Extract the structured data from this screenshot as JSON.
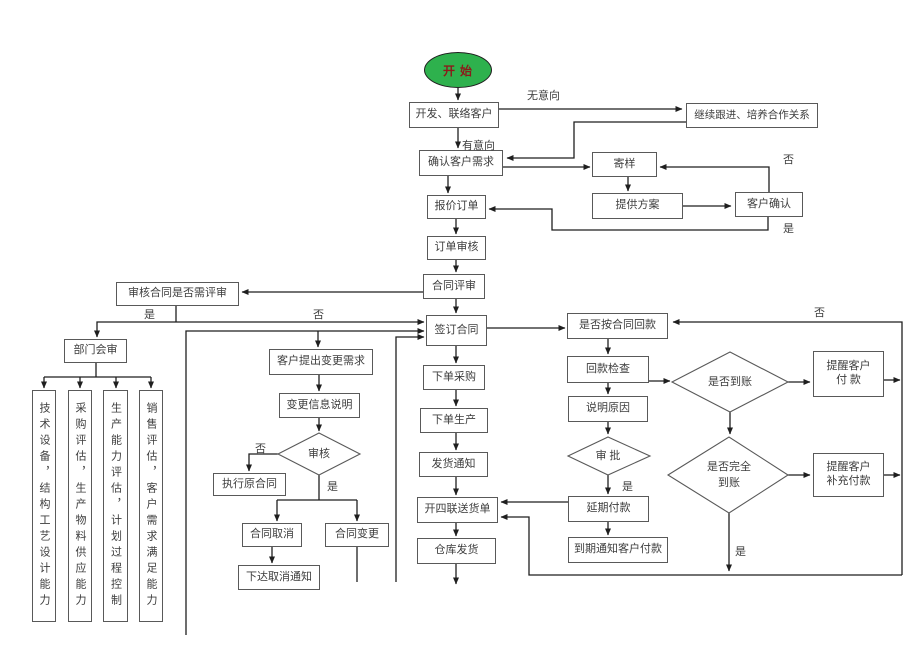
{
  "nodes": {
    "start": "开 始",
    "develop": "开发、联络客户",
    "follow_up": "继续跟进、培养合作关系",
    "confirm_need": "确认客户需求",
    "send_sample": "寄样",
    "provide_plan": "提供方案",
    "customer_confirm": "客户确认",
    "quote_order": "报价订单",
    "order_review": "订单审核",
    "contract_review": "合同评审",
    "need_review": "审核合同是否需评审",
    "sign_contract": "签订合同",
    "dept_review": "部门会审",
    "capability_1": "技术设备，结构工艺设计能力",
    "capability_2": "采购评估，生产物料供应能力",
    "capability_3": "生产能力评估，计划过程控制",
    "capability_4": "销售评估，客户需求满足能力",
    "change_request": "客户提出变更需求",
    "change_info": "变更信息说明",
    "change_audit": "审核",
    "exec_original": "执行原合同",
    "contract_cancel": "合同取消",
    "contract_change": "合同变更",
    "cancel_notice": "下达取消通知",
    "purchase_order": "下单采购",
    "production_order": "下单生产",
    "shipping_notice": "发货通知",
    "delivery_note": "开四联送货单",
    "warehouse_ship": "仓库发货",
    "payment_per_contract": "是否按合同回款",
    "payment_check": "回款检查",
    "explain_reason": "说明原因",
    "approval": "审 批",
    "payment_arrived": "是否到账",
    "fully_arrived": "是否完全\n到账",
    "deferred_payment": "延期付款",
    "due_notify": "到期通知客户付款",
    "remind_payment": "提醒客户\n付 款",
    "remind_supplement": "提醒客户\n补充付款"
  },
  "labels": {
    "yes": "是",
    "no": "否",
    "no_intention": "无意向",
    "has_intention": "有意向"
  },
  "colors": {
    "start_fill": "#2EB14D",
    "start_text": "#8B1A1A",
    "line": "#1f1f1f",
    "box_border": "#595959",
    "text": "#3d3d3d"
  }
}
